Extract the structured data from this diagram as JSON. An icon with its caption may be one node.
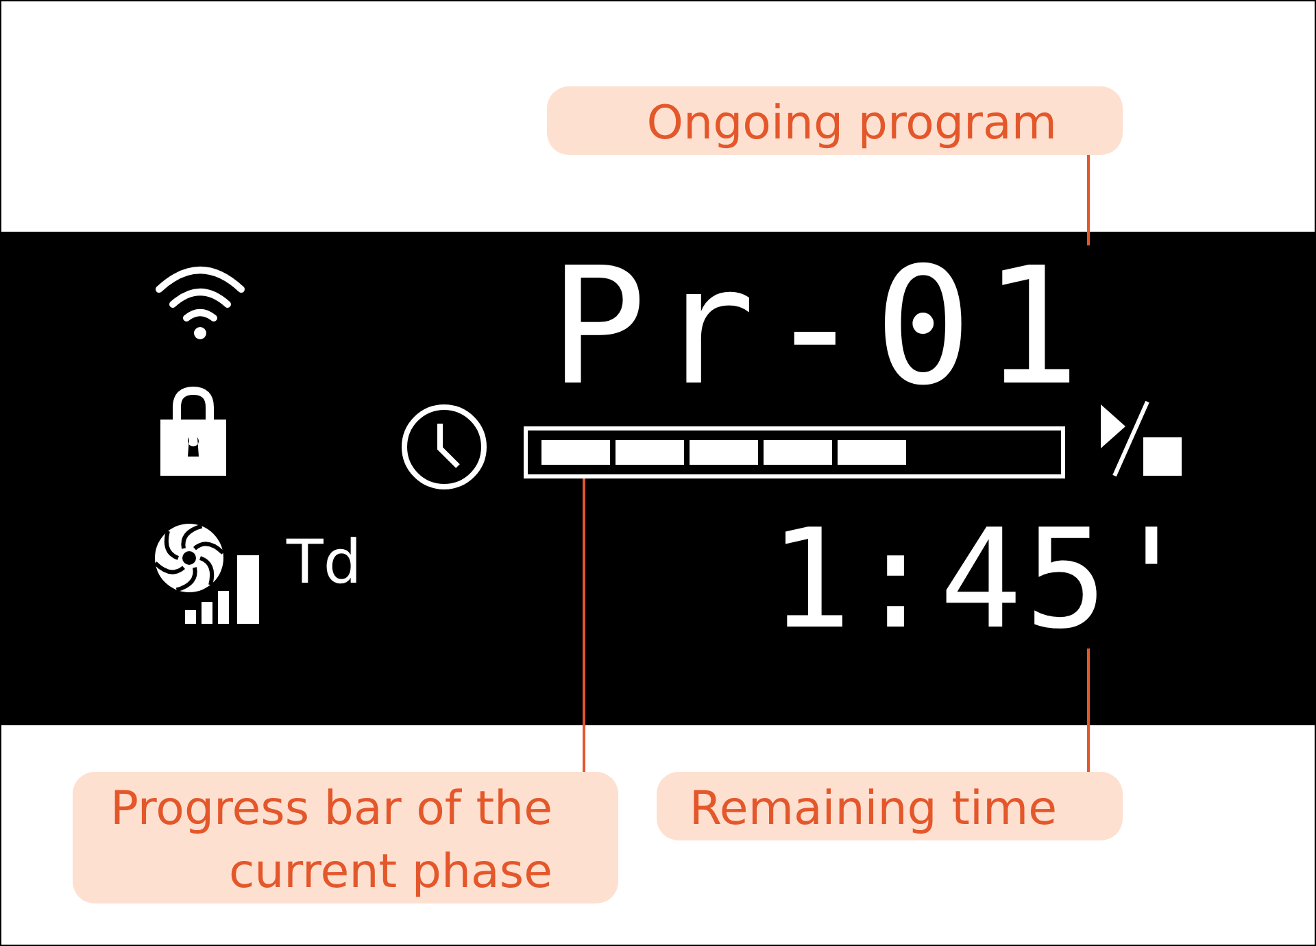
{
  "diagram": {
    "nodes": [
      {
        "text": [
          "Ongoing program"
        ]
      },
      {
        "text": [
          "Pr-01"
        ]
      },
      {
        "text": [],
        "shape": "bar"
      },
      {
        "text": [
          "Progress bar of the current phase"
        ]
      },
      {
        "text": [
          "1:45'"
        ]
      },
      {
        "text": [
          "Remaining time"
        ]
      }
    ],
    "edges": [
      {
        "from": 0,
        "to": 1,
        "arrow": "none"
      },
      {
        "from": 3,
        "to": 2,
        "arrow": "none"
      },
      {
        "from": 5,
        "to": 4,
        "arrow": "none"
      }
    ],
    "labels": [
      "Td"
    ]
  }
}
